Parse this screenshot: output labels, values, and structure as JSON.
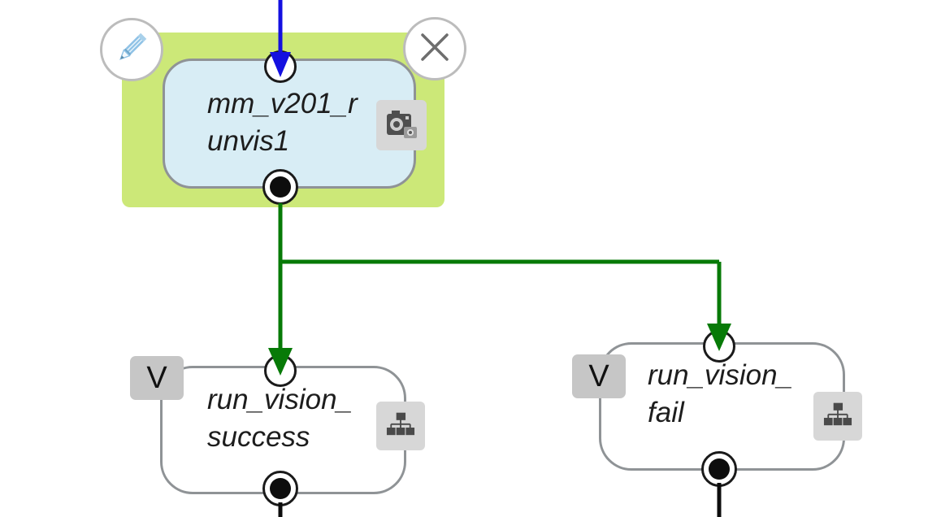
{
  "canvas": {
    "background": "#ffffff"
  },
  "colors": {
    "selection_highlight": "#cce878",
    "selected_node_fill": "#d8edf5",
    "node_fill": "#ffffff",
    "node_border": "#8f9396",
    "incoming_arrow_blue": "#1410e0",
    "branch_arrow_green": "#077a07",
    "badge_background": "#c6c6c6",
    "port_border": "#1a1a1a"
  },
  "nodes": [
    {
      "id": "mm_v201_runvis1",
      "label_lines": [
        "mm_v201_r",
        "unvis1"
      ],
      "icon": "camera-icon",
      "selected": true
    },
    {
      "id": "run_vision_success",
      "label_lines": [
        "run_vision_",
        "success"
      ],
      "badge": "V",
      "icon": "hierarchy-icon",
      "selected": false
    },
    {
      "id": "run_vision_fail",
      "label_lines": [
        "run_vision_",
        "fail"
      ],
      "badge": "V",
      "icon": "hierarchy-icon",
      "selected": false
    }
  ],
  "node_toolbar": {
    "edit_icon": "pencil-icon",
    "delete_icon": "close-icon"
  }
}
